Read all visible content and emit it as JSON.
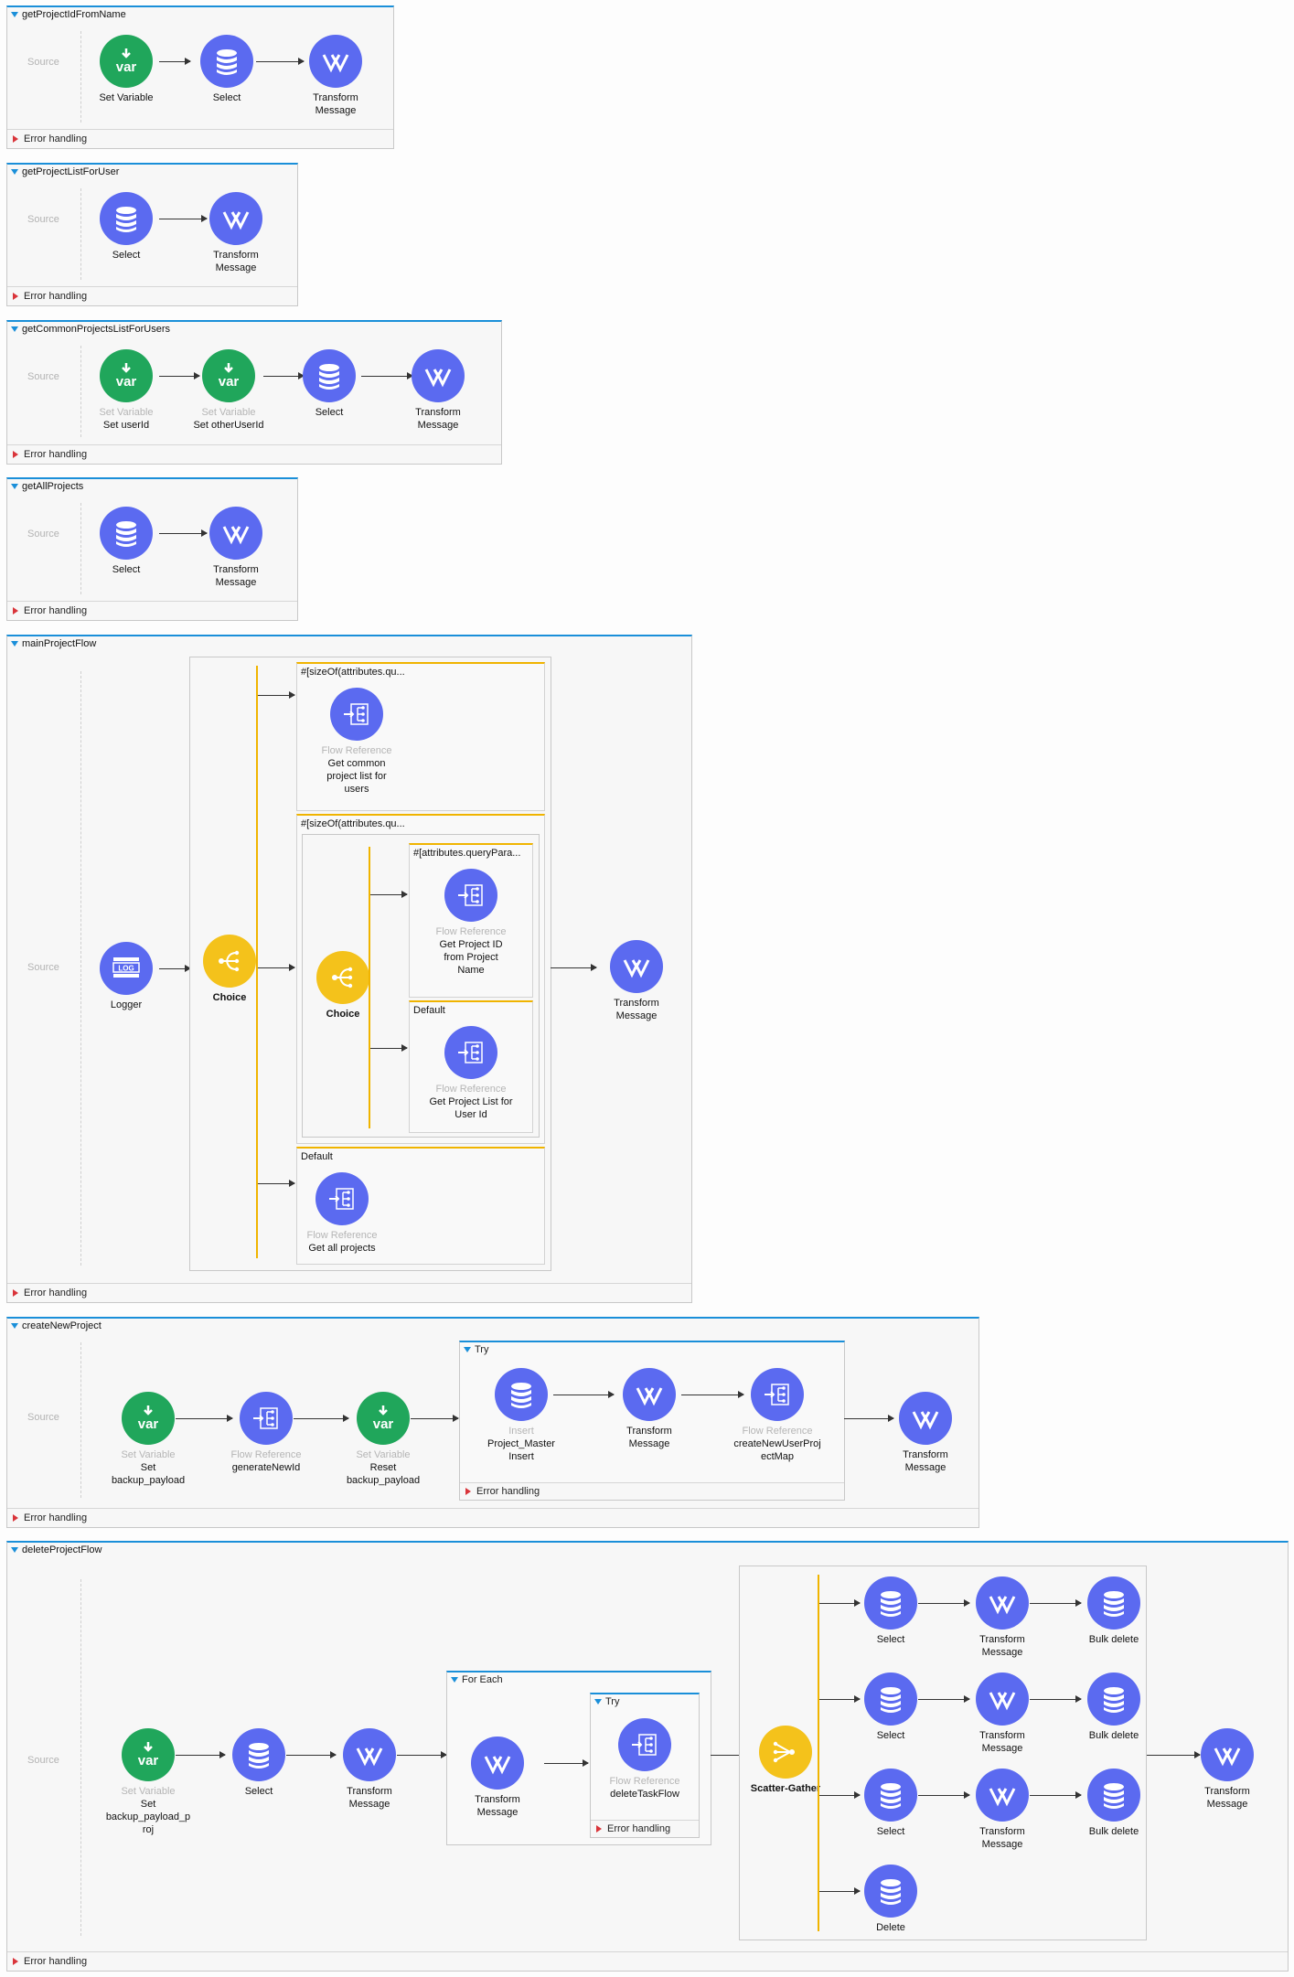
{
  "common": {
    "source": "Source",
    "error_handling": "Error handling"
  },
  "flows": {
    "f1": {
      "title": "getProjectIdFromName",
      "nodes": [
        {
          "label": "Set Variable"
        },
        {
          "label": "Select"
        },
        {
          "label": "Transform\nMessage"
        }
      ]
    },
    "f2": {
      "title": "getProjectListForUser",
      "nodes": [
        {
          "label": "Select"
        },
        {
          "label": "Transform\nMessage"
        }
      ]
    },
    "f3": {
      "title": "getCommonProjectsListForUsers",
      "nodes": [
        {
          "sub": "Set Variable",
          "label": "Set userId"
        },
        {
          "sub": "Set Variable",
          "label": "Set otherUserId"
        },
        {
          "label": "Select"
        },
        {
          "label": "Transform\nMessage"
        }
      ]
    },
    "f4": {
      "title": "getAllProjects",
      "nodes": [
        {
          "label": "Select"
        },
        {
          "label": "Transform\nMessage"
        }
      ]
    },
    "f5": {
      "title": "mainProjectFlow",
      "logger": "Logger",
      "choice": "Choice",
      "route1": {
        "title": "#[sizeOf(attributes.qu...",
        "sub": "Flow Reference",
        "label": "Get common\nproject list for\nusers"
      },
      "route2": {
        "title": "#[sizeOf(attributes.qu...",
        "choice": "Choice",
        "inner1": {
          "title": "#[attributes.queryPara...",
          "sub": "Flow Reference",
          "label": "Get Project ID\nfrom Project\nName"
        },
        "inner2": {
          "title": "Default",
          "sub": "Flow Reference",
          "label": "Get Project List for\nUser Id"
        }
      },
      "route3": {
        "title": "Default",
        "sub": "Flow Reference",
        "label": "Get all projects"
      },
      "transform": "Transform\nMessage"
    },
    "f6": {
      "title": "createNewProject",
      "n1": {
        "sub": "Set Variable",
        "label": "Set\nbackup_payload"
      },
      "n2": {
        "sub": "Flow Reference",
        "label": "generateNewId"
      },
      "n3": {
        "sub": "Set Variable",
        "label": "Reset\nbackup_payload"
      },
      "try": {
        "title": "Try",
        "t1": {
          "sub": "Insert",
          "label": "Project_Master\nInsert"
        },
        "t2": {
          "label": "Transform\nMessage"
        },
        "t3": {
          "sub": "Flow Reference",
          "label": "createNewUserProj\nectMap"
        }
      },
      "n4": {
        "label": "Transform\nMessage"
      }
    },
    "f7": {
      "title": "deleteProjectFlow",
      "n1": {
        "sub": "Set Variable",
        "label": "Set\nbackup_payload_p\nroj"
      },
      "n2": {
        "label": "Select"
      },
      "n3": {
        "label": "Transform\nMessage"
      },
      "foreach": {
        "title": "For Each",
        "tm": {
          "label": "Transform\nMessage"
        },
        "try": {
          "title": "Try",
          "sub": "Flow Reference",
          "label": "deleteTaskFlow"
        }
      },
      "sg": "Scatter-Gather",
      "rows": [
        {
          "a": "Select",
          "b": "Transform\nMessage",
          "c": "Bulk delete"
        },
        {
          "a": "Select",
          "b": "Transform\nMessage",
          "c": "Bulk delete"
        },
        {
          "a": "Select",
          "b": "Transform\nMessage",
          "c": "Bulk delete"
        }
      ],
      "delete": "Delete",
      "final": {
        "label": "Transform\nMessage"
      }
    }
  },
  "colors": {
    "flow_border": "#1a8fd9",
    "processor_blue": "#5b6af0",
    "variable_green": "#20a65b",
    "router_yellow": "#f4c21b",
    "error_red": "#d9343a"
  },
  "icons": [
    "var-icon",
    "database-icon",
    "dataweave-icon",
    "flow-reference-icon",
    "logger-icon",
    "choice-icon",
    "scatter-gather-icon"
  ]
}
